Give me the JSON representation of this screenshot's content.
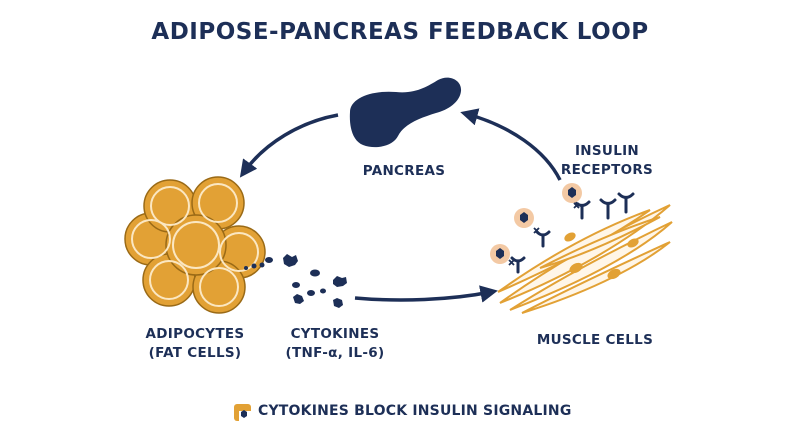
{
  "title": "ADIPOSE-PANCREAS FEEDBACK LOOP",
  "nodes": {
    "pancreas": {
      "label": "PANCREAS"
    },
    "adipocytes": {
      "label_line1": "ADIPOCYTES",
      "label_line2": "(FAT CELLS)"
    },
    "cytokines": {
      "label_line1": "CYTOKINES",
      "label_line2": "(TNF-α, IL-6)"
    },
    "muscle_cells": {
      "label": "MUSCLE CELLS"
    },
    "insulin_receptors": {
      "label_line1": "INSULIN",
      "label_line2": "RECEPTORS"
    }
  },
  "legend": {
    "text": "CYTOKINES BLOCK INSULIN SIGNALING"
  },
  "colors": {
    "navy": "#1d2f57",
    "orange": "#e2a135",
    "peach": "#f3c9a4"
  }
}
